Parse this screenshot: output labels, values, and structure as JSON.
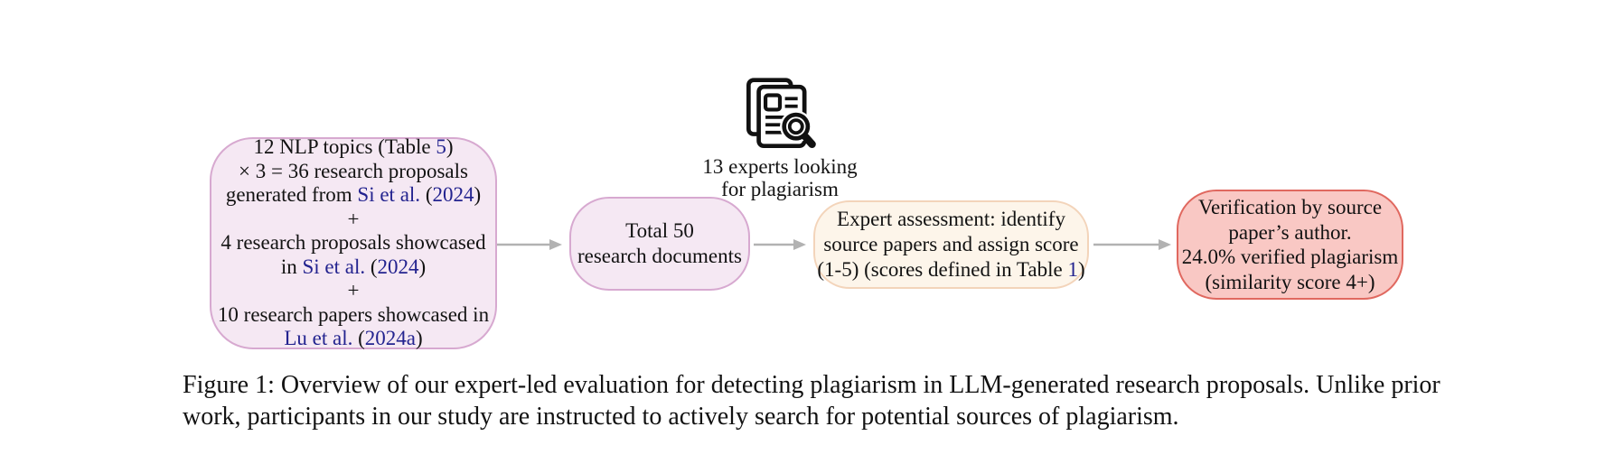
{
  "colors": {
    "page_bg": "#ffffff",
    "text": "#121212",
    "link": "#23238f",
    "lavender_fill": "#f5e8f3",
    "lavender_border": "#d7a9d0",
    "cream_fill": "#fdf5ea",
    "cream_border": "#f3d4ba",
    "red_fill": "#f9c8c4",
    "red_border": "#e0685f",
    "arrow": "#b2b2b2",
    "icon_stroke": "#111111"
  },
  "diagram": {
    "expert_icon": {
      "name": "documents-magnifier-icon",
      "label_line1": "13 experts looking",
      "label_line2": "for plagiarism"
    },
    "box_inputs": {
      "lines": [
        [
          {
            "t": "12 NLP topics (Table "
          },
          {
            "t": "5",
            "link": true
          },
          {
            "t": ")"
          }
        ],
        [
          {
            "t": "× 3 = 36 research proposals"
          }
        ],
        [
          {
            "t": "generated from "
          },
          {
            "t": "Si et al.",
            "link": true
          },
          {
            "t": " ("
          },
          {
            "t": "2024",
            "link": true
          },
          {
            "t": ")"
          }
        ],
        [
          {
            "t": "+"
          }
        ],
        [
          {
            "t": "4 research proposals showcased"
          }
        ],
        [
          {
            "t": "in "
          },
          {
            "t": "Si et al.",
            "link": true
          },
          {
            "t": " ("
          },
          {
            "t": "2024",
            "link": true
          },
          {
            "t": ")"
          }
        ],
        [
          {
            "t": "+"
          }
        ],
        [
          {
            "t": "10 research papers showcased in"
          }
        ],
        [
          {
            "t": "Lu et al.",
            "link": true
          },
          {
            "t": " ("
          },
          {
            "t": "2024a",
            "link": true
          },
          {
            "t": ")"
          }
        ]
      ]
    },
    "box_total": {
      "lines": [
        [
          {
            "t": "Total 50"
          }
        ],
        [
          {
            "t": "research documents"
          }
        ]
      ]
    },
    "box_assessment": {
      "lines": [
        [
          {
            "t": "Expert assessment: identify"
          }
        ],
        [
          {
            "t": "source papers and assign score"
          }
        ],
        [
          {
            "t": "(1-5) (scores defined in Table "
          },
          {
            "t": "1",
            "link": true
          },
          {
            "t": ")"
          }
        ]
      ]
    },
    "box_verification": {
      "lines": [
        [
          {
            "t": "Verification by source"
          }
        ],
        [
          {
            "t": "paper’s author."
          }
        ],
        [
          {
            "t": "24.0% verified plagiarism"
          }
        ],
        [
          {
            "t": "(similarity score 4+)"
          }
        ]
      ]
    }
  },
  "caption": {
    "text": "Figure 1: Overview of our expert-led evaluation for detecting plagiarism in LLM-generated research proposals. Unlike prior work, participants in our study are instructed to actively search for potential sources of plagiarism."
  }
}
